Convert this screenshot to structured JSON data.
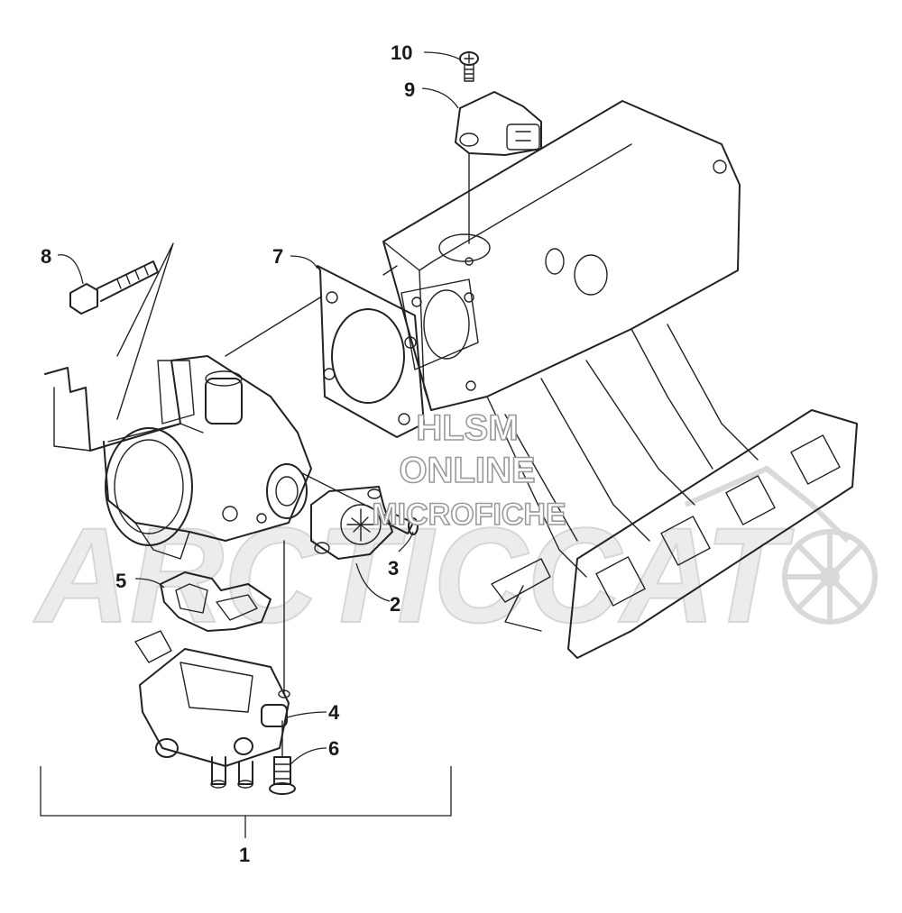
{
  "callouts": [
    {
      "id": "1",
      "label": "1"
    },
    {
      "id": "2",
      "label": "2"
    },
    {
      "id": "3",
      "label": "3"
    },
    {
      "id": "4",
      "label": "4"
    },
    {
      "id": "5",
      "label": "5"
    },
    {
      "id": "6",
      "label": "6"
    },
    {
      "id": "7",
      "label": "7"
    },
    {
      "id": "8",
      "label": "8"
    },
    {
      "id": "9",
      "label": "9"
    },
    {
      "id": "10",
      "label": "10"
    }
  ],
  "watermark": {
    "line1": "HLSM",
    "line2": "ONLINE",
    "line3": "MICROFICHE",
    "logo_text": "ARCTICCAT"
  },
  "colors": {
    "line": "#222222",
    "watermark_stroke": "#9a9a9a",
    "background": "#ffffff"
  }
}
